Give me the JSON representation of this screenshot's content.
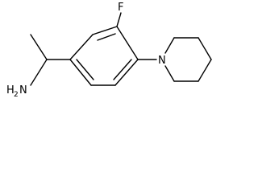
{
  "molecule": {
    "atoms": {
      "fluorine": "F",
      "nitrogen": "N",
      "amine": {
        "h": "H",
        "sub": "2",
        "n": "N"
      }
    }
  }
}
